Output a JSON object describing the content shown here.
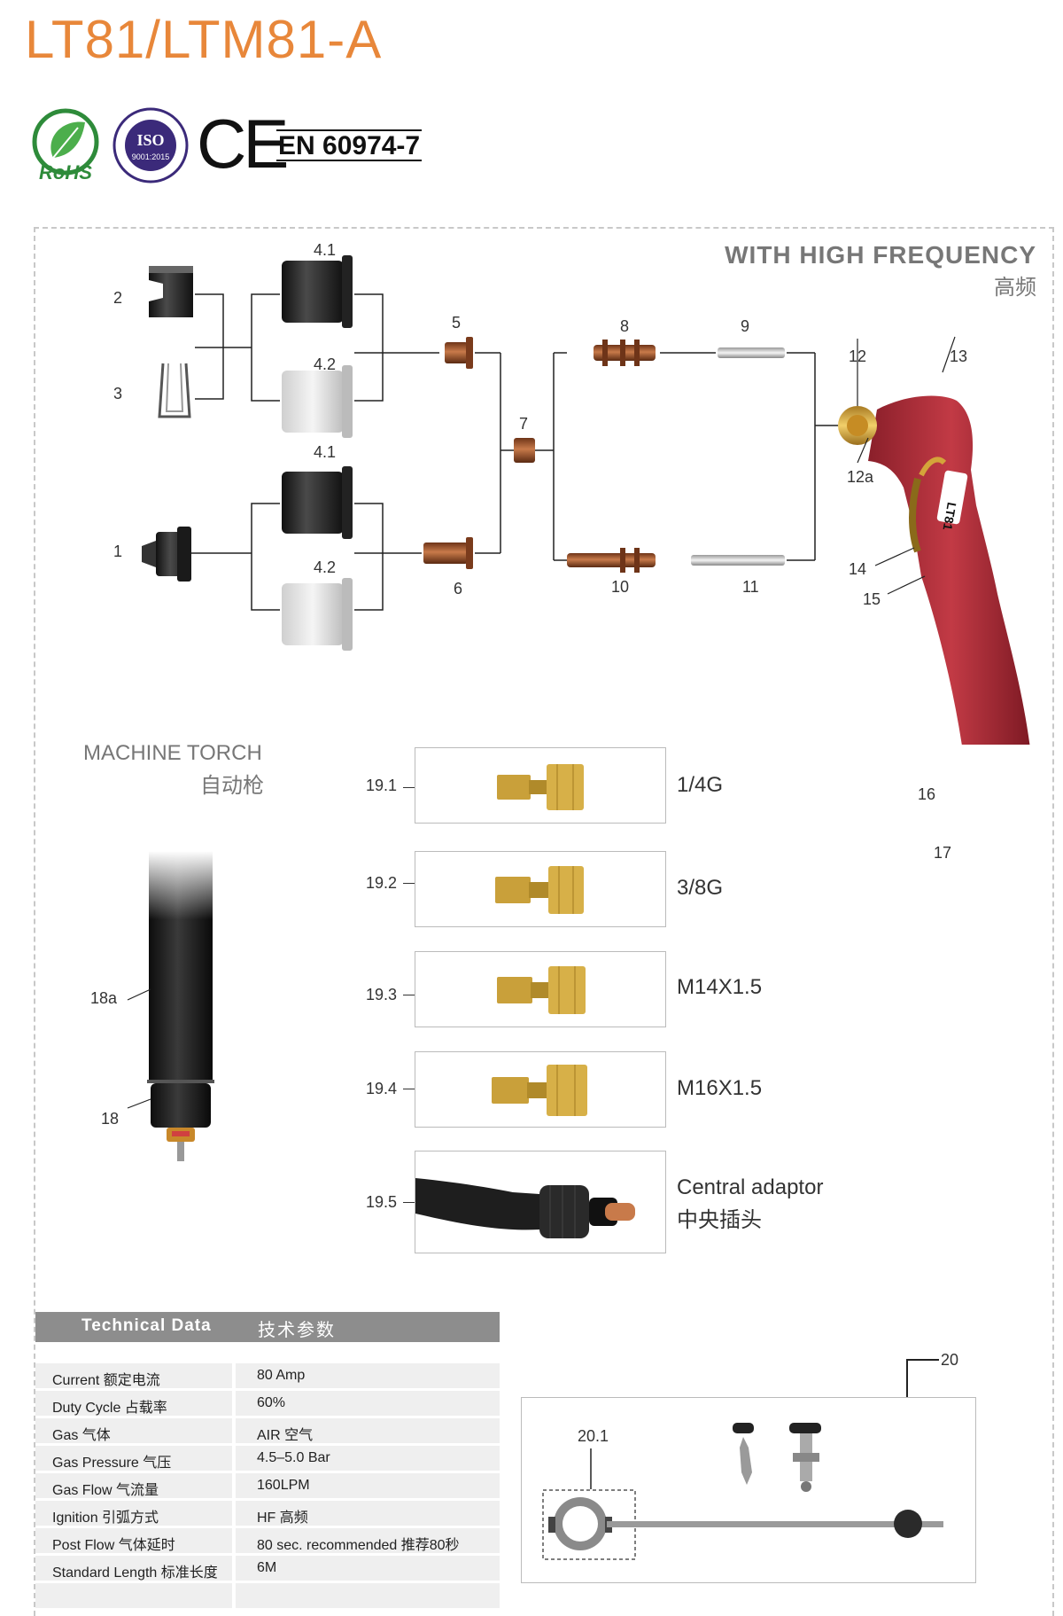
{
  "header": {
    "title": "LT81/LTM81-A",
    "certifications": {
      "rohs": "RoHS",
      "iso_main": "ISO",
      "iso_sub": "9001:2015",
      "ce": "CE",
      "en_standard": "EN 60974-7"
    }
  },
  "hand_torch": {
    "title": "WITH HIGH FREQUENCY",
    "title_cn": "高频",
    "model_print": "LT81",
    "part_labels": {
      "p1": "1",
      "p2": "2",
      "p3": "3",
      "p4_1a": "4.1",
      "p4_2a": "4.2",
      "p4_1b": "4.1",
      "p4_2b": "4.2",
      "p5": "5",
      "p6": "6",
      "p7": "7",
      "p8": "8",
      "p9": "9",
      "p10": "10",
      "p11": "11",
      "p12": "12",
      "p12a": "12a",
      "p13": "13",
      "p14": "14",
      "p15": "15",
      "p16": "16",
      "p17": "17"
    }
  },
  "machine_torch": {
    "title": "MACHINE TORCH",
    "title_cn": "自动枪",
    "labels": {
      "p18a": "18a",
      "p18": "18"
    }
  },
  "adaptors": [
    {
      "label": "19.1",
      "text": "1/4G",
      "text_cn": ""
    },
    {
      "label": "19.2",
      "text": "3/8G",
      "text_cn": ""
    },
    {
      "label": "19.3",
      "text": "M14X1.5",
      "text_cn": ""
    },
    {
      "label": "19.4",
      "text": "M16X1.5",
      "text_cn": ""
    },
    {
      "label": "19.5",
      "text": "Central adaptor",
      "text_cn": "中央插头"
    }
  ],
  "technical_data": {
    "header_en": "Technical  Data",
    "header_cn": "技术参数",
    "rows": [
      {
        "name": "Current  额定电流",
        "value": "80 Amp"
      },
      {
        "name": "Duty Cycle 占载率",
        "value": "60%"
      },
      {
        "name": "Gas 气体",
        "value": "AIR  空气"
      },
      {
        "name": "Gas Pressure 气压",
        "value": "4.5–5.0 Bar"
      },
      {
        "name": "Gas Flow 气流量",
        "value": "160LPM"
      },
      {
        "name": "Ignition 引弧方式",
        "value": "HF 高频"
      },
      {
        "name": "Post Flow 气体延时",
        "value": "80 sec. recommended  推荐80秒"
      },
      {
        "name": "Standard Length 标准长度",
        "value": "6M"
      },
      {
        "name": "",
        "value": ""
      }
    ]
  },
  "accessory": {
    "label": "20",
    "sub_label": "20.1"
  },
  "colors": {
    "title_orange": "#e8873a",
    "torch_red": "#b0303a",
    "copper": "#a65a2e",
    "brass": "#d9a73a",
    "header_gray": "#8d8d8d",
    "row_gray": "#efefef"
  }
}
